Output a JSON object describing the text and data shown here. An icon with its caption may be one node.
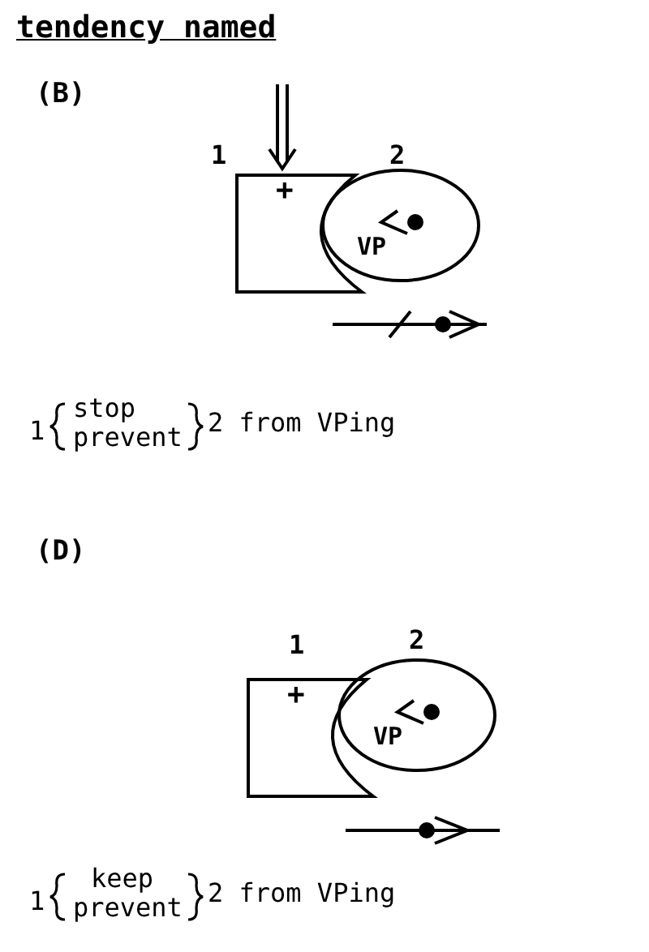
{
  "diagram": {
    "title": "tendency named",
    "nodes": [
      {
        "text": [
          "+"
        ],
        "beside": [
          "1"
        ]
      },
      {
        "text": [
          "VP"
        ],
        "beside": [
          "2"
        ]
      },
      {
        "text": [
          "+"
        ],
        "beside": [
          "1"
        ]
      },
      {
        "text": [
          "VP"
        ],
        "beside": [
          "2"
        ]
      }
    ],
    "labels": [
      "(B)",
      "1",
      "stop",
      "prevent",
      "2 from VPing",
      "(D)",
      "1",
      "keep",
      "prevent",
      "2 from VPing"
    ]
  }
}
